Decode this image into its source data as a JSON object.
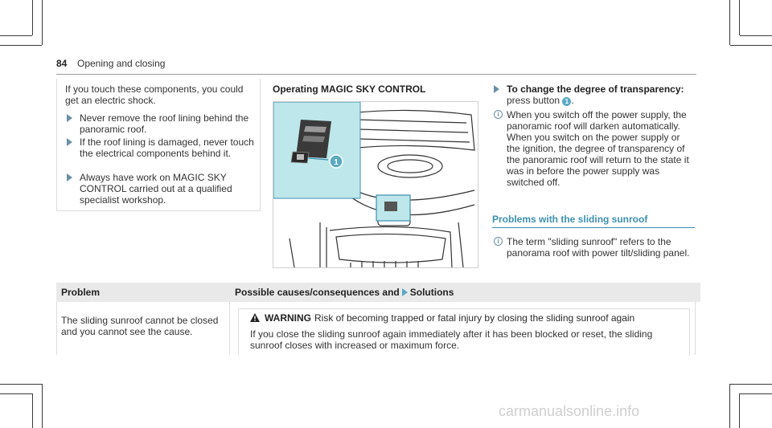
{
  "header": {
    "page_number": "84",
    "chapter": "Opening and closing"
  },
  "left_box": {
    "intro": "If you touch these components, you could get an electric shock.",
    "bullets": [
      "Never remove the roof lining behind the panoramic roof.",
      "If the roof lining is damaged, never touch the electrical components behind it.",
      "Always have work on MAGIC SKY CONTROL carried out at a qualified specialist workshop."
    ]
  },
  "figure": {
    "title": "Operating MAGIC SKY CONTROL",
    "callout": "1"
  },
  "right_col": {
    "step_bold": "To change the degree of transparency:",
    "step_text": "press button",
    "step_badge": "1",
    "note1": "When you switch off the power supply, the panoramic roof will darken automatically. When you switch on the power supply or the ignition, the degree of transparency of the panoramic roof will return to the state it was in before the power supply was switched off.",
    "section_title": "Problems with the sliding sunroof",
    "note2": "The term \"sliding sunroof\" refers to the panorama roof with power tilt/sliding panel."
  },
  "table": {
    "col1_header": "Problem",
    "col2_header_a": "Possible causes/consequences and",
    "col2_header_b": "Solutions",
    "problem": "The sliding sunroof cannot be closed and you cannot see the cause.",
    "warning_label": "WARNING",
    "warning_text": "Risk of becoming trapped or fatal injury by closing the sliding sunroof again",
    "warning_body": "If you close the sliding sunroof again immediately after it has been blocked or reset, the sliding sunroof closes with increased or maximum force."
  },
  "watermark": "carmanualsonline.info",
  "colors": {
    "accent": "#3c8fb0",
    "badge": "#5aa8c4",
    "highlight": "#bde7ea"
  }
}
